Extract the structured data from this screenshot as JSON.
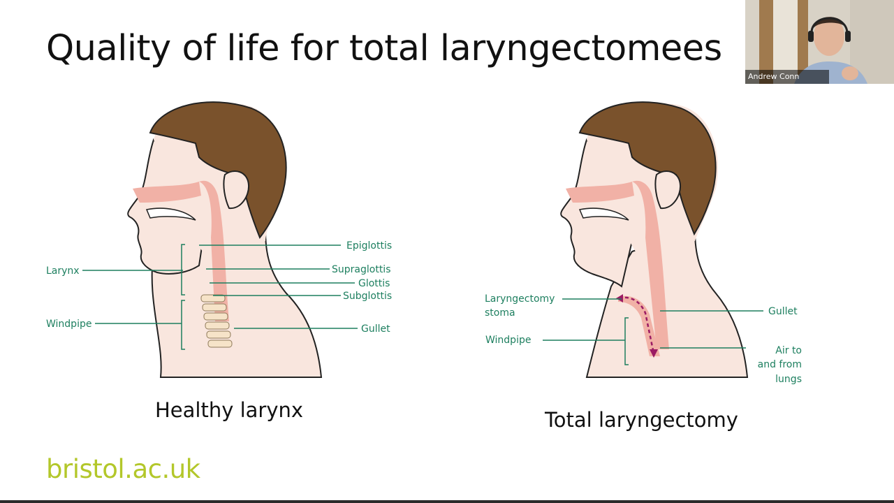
{
  "slide": {
    "title": "Quality of life for total laryngectomees",
    "brand": "bristol.ac.uk",
    "left_diagram": {
      "caption": "Healthy larynx",
      "labels": {
        "larynx": "Larynx",
        "windpipe": "Windpipe",
        "epiglottis": "Epiglottis",
        "supraglottis": "Supraglottis",
        "glottis": "Glottis",
        "subglottis": "Subglottis",
        "gullet": "Gullet"
      }
    },
    "right_diagram": {
      "caption": "Total laryngectomy",
      "labels": {
        "stoma_line1": "Laryngectomy",
        "stoma_line2": "stoma",
        "windpipe": "Windpipe",
        "gullet": "Gullet",
        "air_line1": "Air to",
        "air_line2": "and from",
        "air_line3": "lungs"
      }
    },
    "colors": {
      "label_green": "#1d7f5f",
      "brand_green": "#b3c72a",
      "hair": "#7a522c",
      "skin": "#f9e6de",
      "tract": "#f1b1a6",
      "arrow": "#9b1b63"
    }
  },
  "webcam": {
    "participant_name": "Andrew Conn"
  }
}
